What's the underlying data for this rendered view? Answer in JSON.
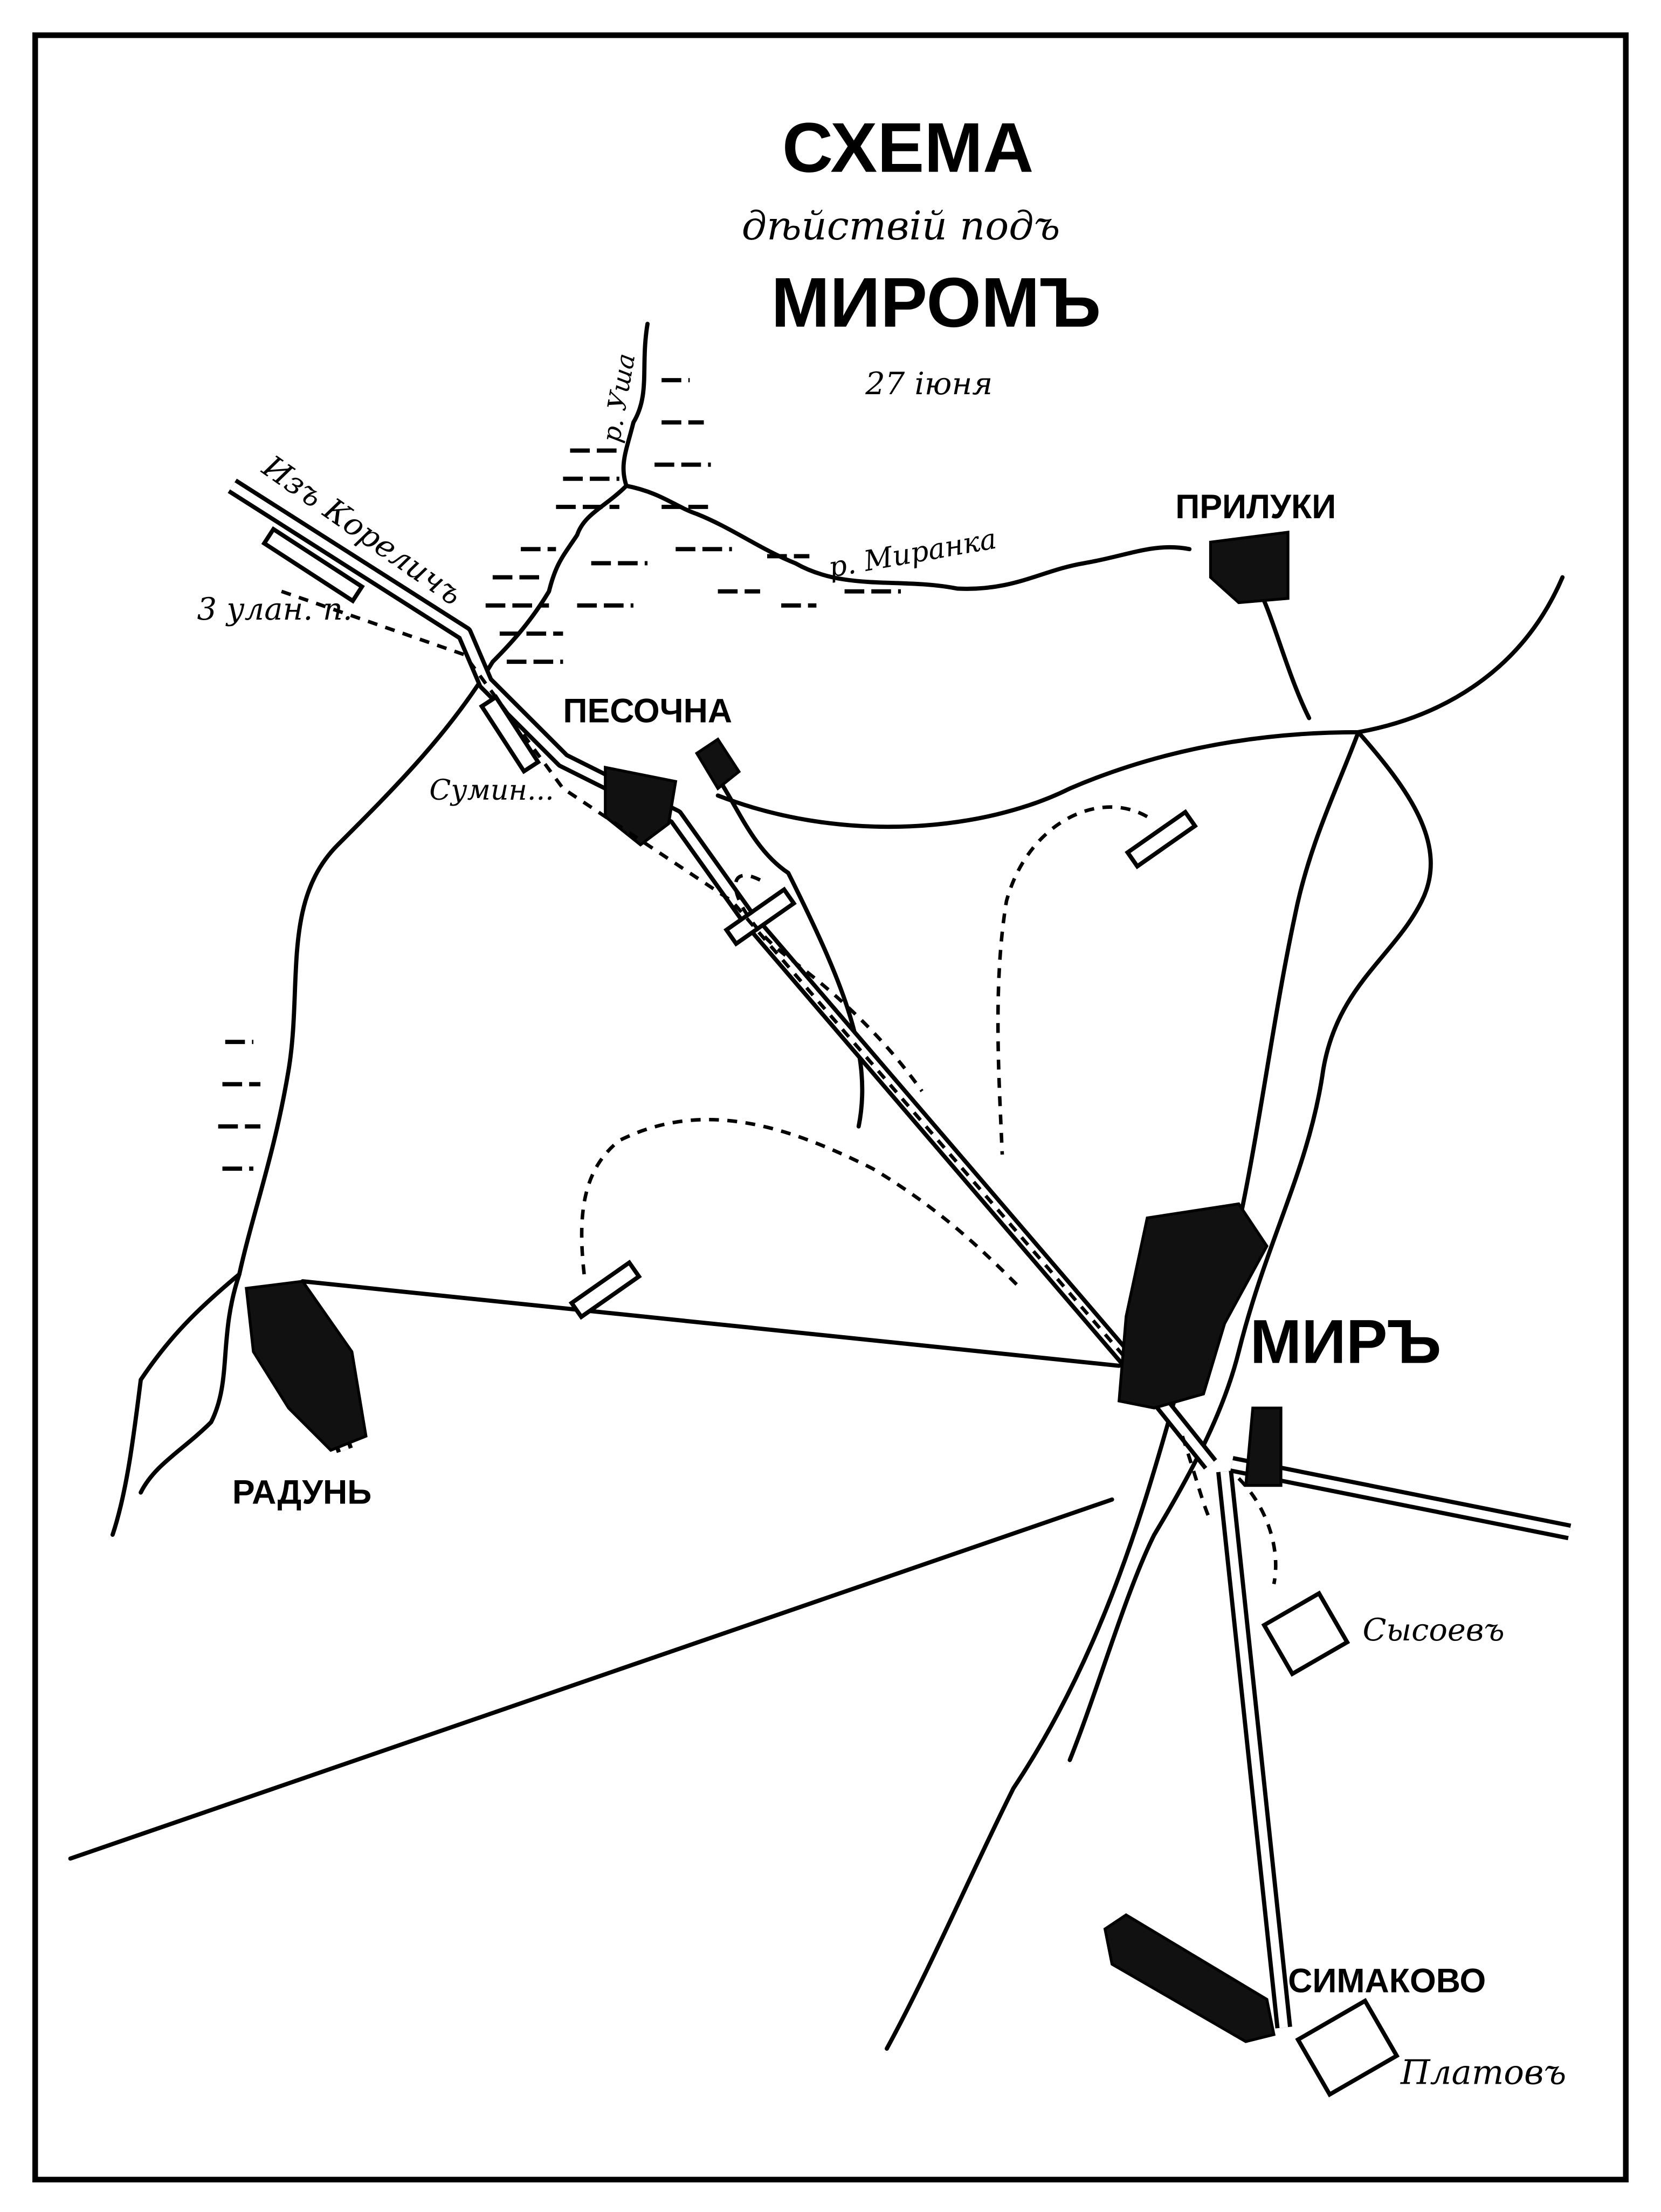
{
  "title": {
    "line1": "СХЕМА",
    "line2": "дѣйствій подъ",
    "line3": "МИРОМЪ",
    "date": "27 іюня"
  },
  "labels": {
    "road_from": "Изъ Кореличъ",
    "unit_3_ulan": "3 улан. п.",
    "river_usha": "р. Уша",
    "river_miranka": "р. Миранка",
    "prilouki": "ПРИЛУКИ",
    "pesochna": "ПЕСОЧНА",
    "sumin": "Сумин...",
    "mir": "МИРЪ",
    "radun": "РАДУНЬ",
    "sysoev": "Сысоевъ",
    "simakovo": "СИМАКОВО",
    "platov": "Платовъ"
  },
  "colors": {
    "ink": "#000000",
    "paper": "#ffffff"
  }
}
